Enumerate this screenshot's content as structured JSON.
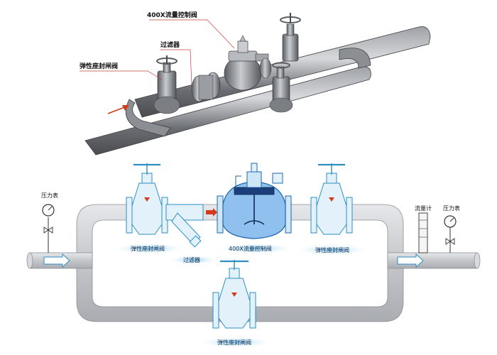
{
  "labels_3d": {
    "flow_control_valve": "400X流量控制阀",
    "strainer": "过滤器",
    "gate_valve": "弹性座封闸阀"
  },
  "labels_2d": {
    "pressure_gauge_left": "压力表",
    "flow_meter": "流量计",
    "pressure_gauge_right": "压力表",
    "gate_valve_1": "弹性座封闸阀",
    "strainer": "过滤器",
    "flow_control_valve": "400X流量控制阀",
    "gate_valve_2": "弹性座封闸阀",
    "gate_valve_bypass": "弹性座封闸阀"
  },
  "colors": {
    "pipe_3d": "#6f7278",
    "pipe_2d": "#c9cbd0",
    "valve_line": "#2d8fc4",
    "valve_fill": "#e3f1fa",
    "control_valve": "#2f7fd0",
    "flow_arrow": "#d23a1a",
    "caption_glow": "#9fd2ea"
  },
  "icons": [
    "flow-arrow-icon",
    "pressure-gauge-icon",
    "flow-meter-icon",
    "handwheel-icon"
  ]
}
